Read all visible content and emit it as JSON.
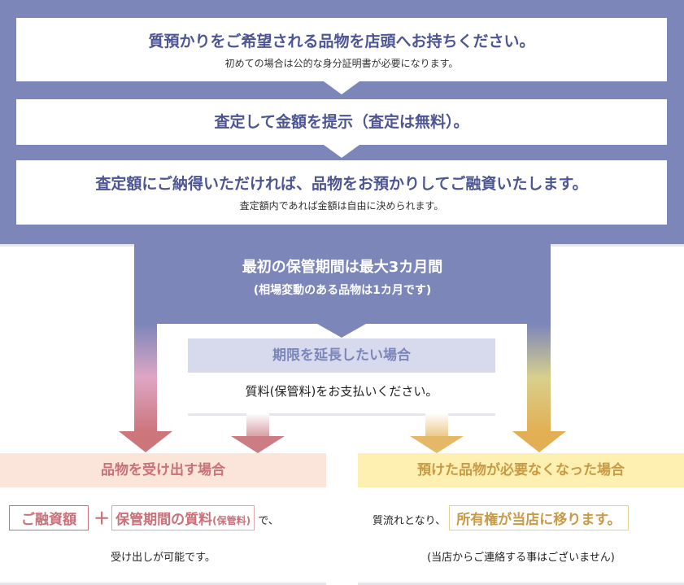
{
  "steps": [
    {
      "title": "質預かりをご希望される品物を店頭へお持ちください。",
      "sub": "初めての場合は公的な身分証明書が必要になります。"
    },
    {
      "title": "査定して金額を提示（査定は無料）。"
    },
    {
      "title": "査定額にご納得いただければ、品物をお預かりしてご融資いたします。",
      "sub": "査定額内であれば金額は自由に決められます。"
    }
  ],
  "storage": {
    "title": "最初の保管期間は最大3カ月間",
    "sub": "(相場変動のある品物は1カ月です)"
  },
  "extend": {
    "header": "期限を延長したい場合",
    "body": "質料(保管料)をお支払いください。"
  },
  "redeem": {
    "header": "品物を受け出す場合",
    "tag1": "ご融資額",
    "plus": "＋",
    "tag2": "保管期間の質料",
    "tag2_small": "(保管料)",
    "after": "で、",
    "line2": "受け出しが可能です。"
  },
  "forfeit": {
    "header": "預けた品物が必要なくなった場合",
    "before": "質流れとなり、",
    "tag": "所有権が当店に移ります。",
    "line2": "(当店からご連絡する事はございません)"
  },
  "colors": {
    "blue": "#7c86b9",
    "pink": "#cc767c",
    "gold": "#e2af55"
  }
}
